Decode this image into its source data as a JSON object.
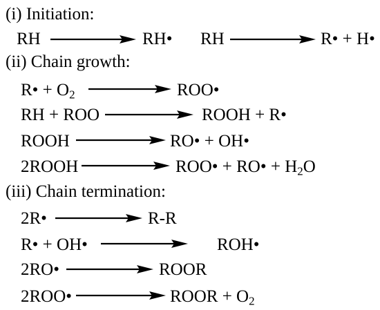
{
  "sections": [
    {
      "title": "(i) Initiation:"
    },
    {
      "title": "(ii) Chain growth:"
    },
    {
      "title": "(iii) Chain termination:"
    }
  ],
  "reactions": [
    {
      "reactant": "RH",
      "product": "RH•"
    },
    {
      "reactant": "RH",
      "product": "R• + H•"
    },
    {
      "reactant_html": "R• + O<sub>2</sub>",
      "product": "ROO•"
    },
    {
      "reactant": "RH + ROO",
      "product": "ROOH + R•"
    },
    {
      "reactant": "ROOH",
      "product": "RO• + OH•"
    },
    {
      "reactant": "2ROOH",
      "product_html": "ROO• + RO• + H<sub>2</sub>O"
    },
    {
      "reactant": "2R•",
      "product": "R-R"
    },
    {
      "reactant": "R• + OH•",
      "product": "ROH•"
    },
    {
      "reactant": "2RO•",
      "product": "ROOR"
    },
    {
      "reactant": "2ROO•",
      "product_html": "ROOR + O<sub>2</sub>"
    }
  ],
  "colors": {
    "text": "#000000",
    "arrow": "#000000",
    "background": "#ffffff"
  }
}
